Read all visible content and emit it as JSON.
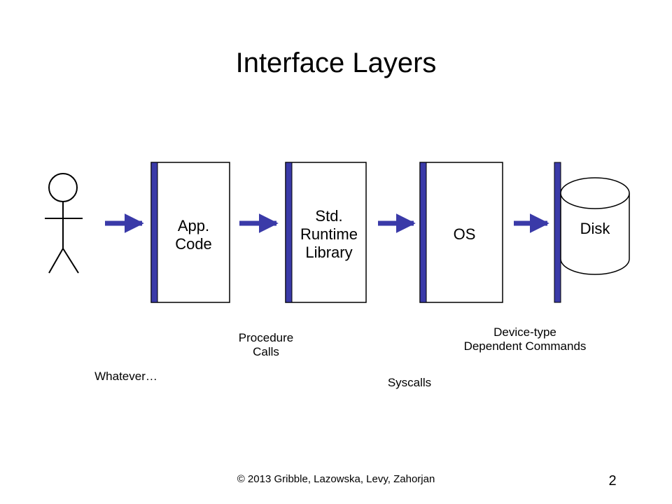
{
  "slide": {
    "title": "Interface Layers",
    "footer": "© 2013 Gribble, Lazowska, Levy, Zahorjan",
    "page_number": "2"
  },
  "boxes": [
    {
      "id": "app",
      "lines": [
        "App.",
        "Code"
      ]
    },
    {
      "id": "runtime",
      "lines": [
        "Std.",
        "Runtime",
        "Library"
      ]
    },
    {
      "id": "os",
      "lines": [
        "OS"
      ]
    }
  ],
  "disk": {
    "label": "Disk"
  },
  "interfaces": {
    "whatever": "Whatever…",
    "procedure_calls": [
      "Procedure",
      "Calls"
    ],
    "syscalls": "Syscalls",
    "device_commands": [
      "Device-type",
      "Dependent Commands"
    ]
  },
  "colors": {
    "layer_bar": "#3a3aa8",
    "arrow": "#3a3aa8",
    "outline": "#000000"
  }
}
